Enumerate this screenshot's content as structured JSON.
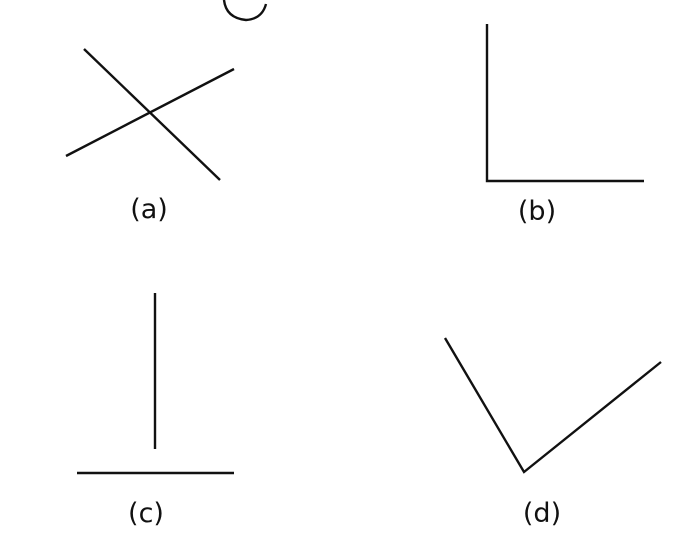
{
  "labels": {
    "a": "(a)",
    "b": "(b)",
    "c": "(c)",
    "d": "(d)"
  },
  "colors": {
    "stroke": "#111111",
    "background": "#ffffff"
  }
}
